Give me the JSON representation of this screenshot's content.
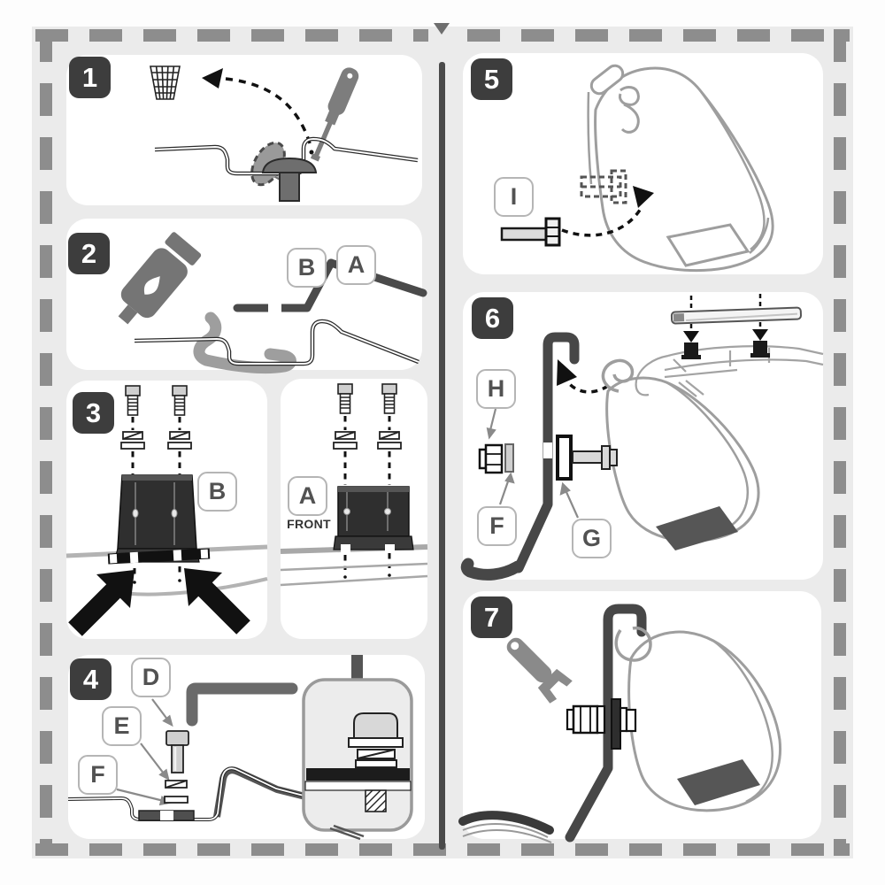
{
  "steps": {
    "s1": {
      "num": "1"
    },
    "s2": {
      "num": "2",
      "label_b": "B",
      "label_a": "A"
    },
    "s3": {
      "num": "3",
      "label_b": "B",
      "label_a": "A",
      "front": "FRONT"
    },
    "s4": {
      "num": "4",
      "label_d": "D",
      "label_e": "E",
      "label_f": "F"
    },
    "s5": {
      "num": "5",
      "label_i": "I"
    },
    "s6": {
      "num": "6",
      "label_h": "H",
      "label_f": "F",
      "label_g": "G"
    },
    "s7": {
      "num": "7"
    }
  },
  "icons": {
    "top_marker": "▼",
    "step1": [
      "wastebasket-icon",
      "discard-plug-icon",
      "screwdriver-icon"
    ],
    "step2": [
      "sealant-bottle-icon"
    ],
    "step4": [
      "allen-key-icon"
    ],
    "step7": [
      "wrench-icon"
    ]
  },
  "colors": {
    "canvas_bg": "#ebebeb",
    "panel_bg": "#ffffff",
    "dash_border": "#8d8d8d",
    "divider": "#4a4a4a",
    "badge_bg": "#3d3d3d",
    "badge_text": "#ffffff",
    "label_border": "#b5b5b5",
    "label_text": "#525252",
    "ink_dark": "#2b2b2b",
    "ink_mid": "#6e6e6e",
    "outline_gray": "#9e9e9e"
  }
}
